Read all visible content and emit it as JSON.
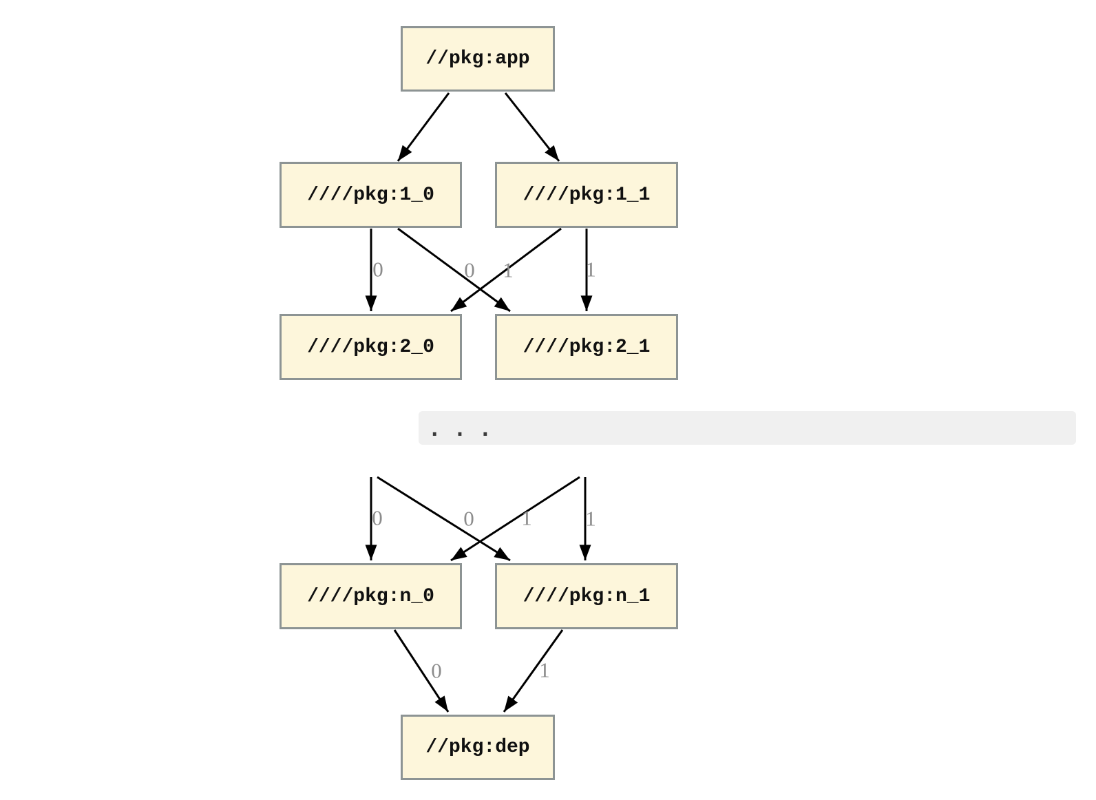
{
  "diagram": {
    "type": "dependency-graph",
    "nodes": [
      {
        "id": "app",
        "label": "//pkg:app"
      },
      {
        "id": "1_0",
        "label": "////pkg:1_0"
      },
      {
        "id": "1_1",
        "label": "////pkg:1_1"
      },
      {
        "id": "2_0",
        "label": "////pkg:2_0"
      },
      {
        "id": "2_1",
        "label": "////pkg:2_1"
      },
      {
        "id": "n_0",
        "label": "////pkg:n_0"
      },
      {
        "id": "n_1",
        "label": "////pkg:n_1"
      },
      {
        "id": "dep",
        "label": "//pkg:dep"
      }
    ],
    "ellipsis": ". . .",
    "edges": [
      {
        "from": "//pkg:app",
        "to": "////pkg:1_0",
        "label": ""
      },
      {
        "from": "//pkg:app",
        "to": "////pkg:1_1",
        "label": ""
      },
      {
        "from": "////pkg:1_0",
        "to": "////pkg:2_0",
        "label": "0"
      },
      {
        "from": "////pkg:1_1",
        "to": "////pkg:2_0",
        "label": "0"
      },
      {
        "from": "////pkg:1_0",
        "to": "////pkg:2_1",
        "label": "1"
      },
      {
        "from": "////pkg:1_1",
        "to": "////pkg:2_1",
        "label": "1"
      },
      {
        "from": "…",
        "to": "////pkg:n_0",
        "label": "0"
      },
      {
        "from": "…",
        "to": "////pkg:n_0",
        "label": "0"
      },
      {
        "from": "…",
        "to": "////pkg:n_1",
        "label": "1"
      },
      {
        "from": "…",
        "to": "////pkg:n_1",
        "label": "1"
      },
      {
        "from": "////pkg:n_0",
        "to": "//pkg:dep",
        "label": "0"
      },
      {
        "from": "////pkg:n_1",
        "to": "//pkg:dep",
        "label": "1"
      }
    ],
    "colors": {
      "background": "#FFFFFF",
      "node_fill": "#FDF6DB",
      "node_border": "#8D9494",
      "edge": "#000000",
      "edge_label": "#8C8C8C",
      "ellipsis_bg": "#F0F0F0",
      "ellipsis_dots": "#3A3A3A"
    }
  }
}
